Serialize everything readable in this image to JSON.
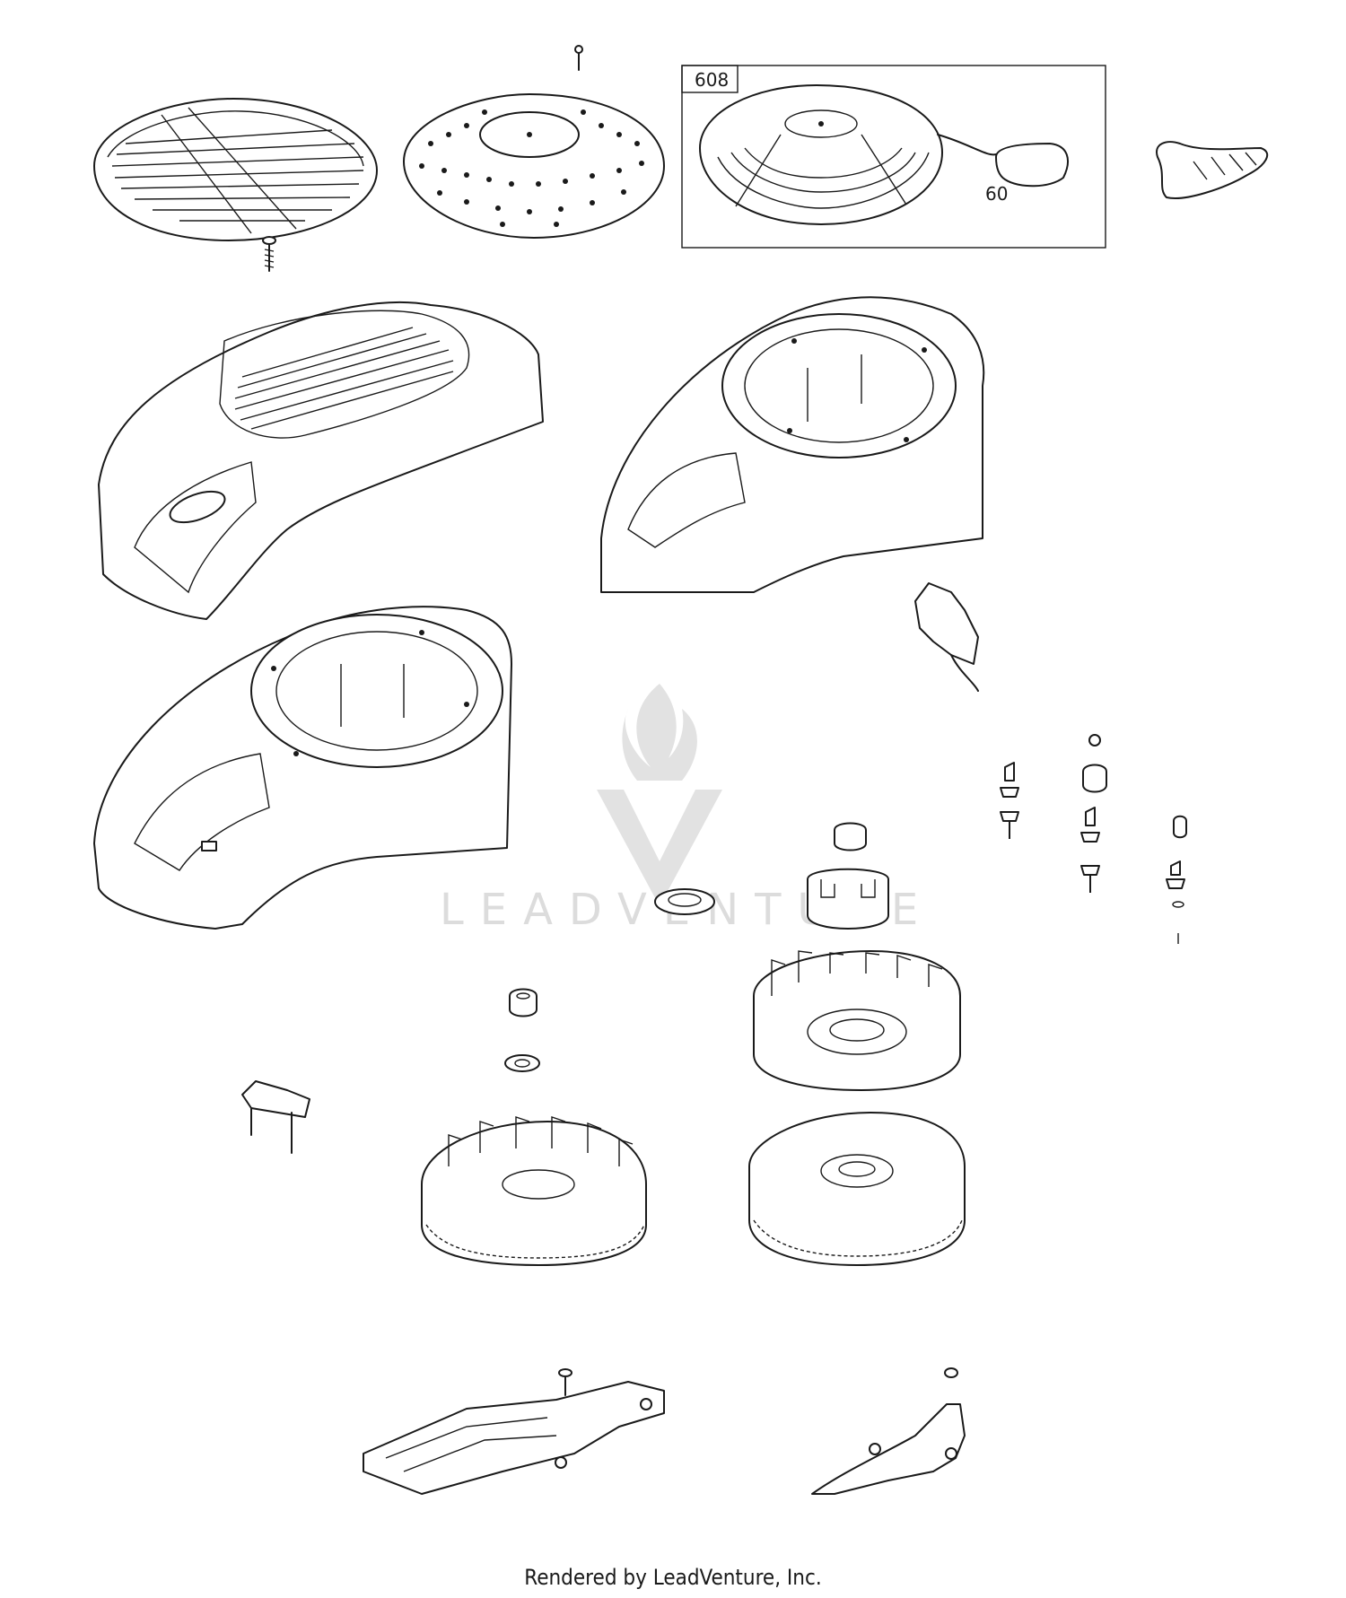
{
  "diagram": {
    "callouts": [
      {
        "id": "608",
        "text": "608"
      },
      {
        "id": "60",
        "text": "60"
      }
    ]
  },
  "watermark": {
    "text": "LEADVENTURE",
    "icon": "flame-v-logo-icon",
    "color": "#dcdcdc"
  },
  "footer": {
    "text": "Rendered by LeadVenture, Inc."
  },
  "colors": {
    "line": "#1a1a1a",
    "background": "#ffffff"
  }
}
